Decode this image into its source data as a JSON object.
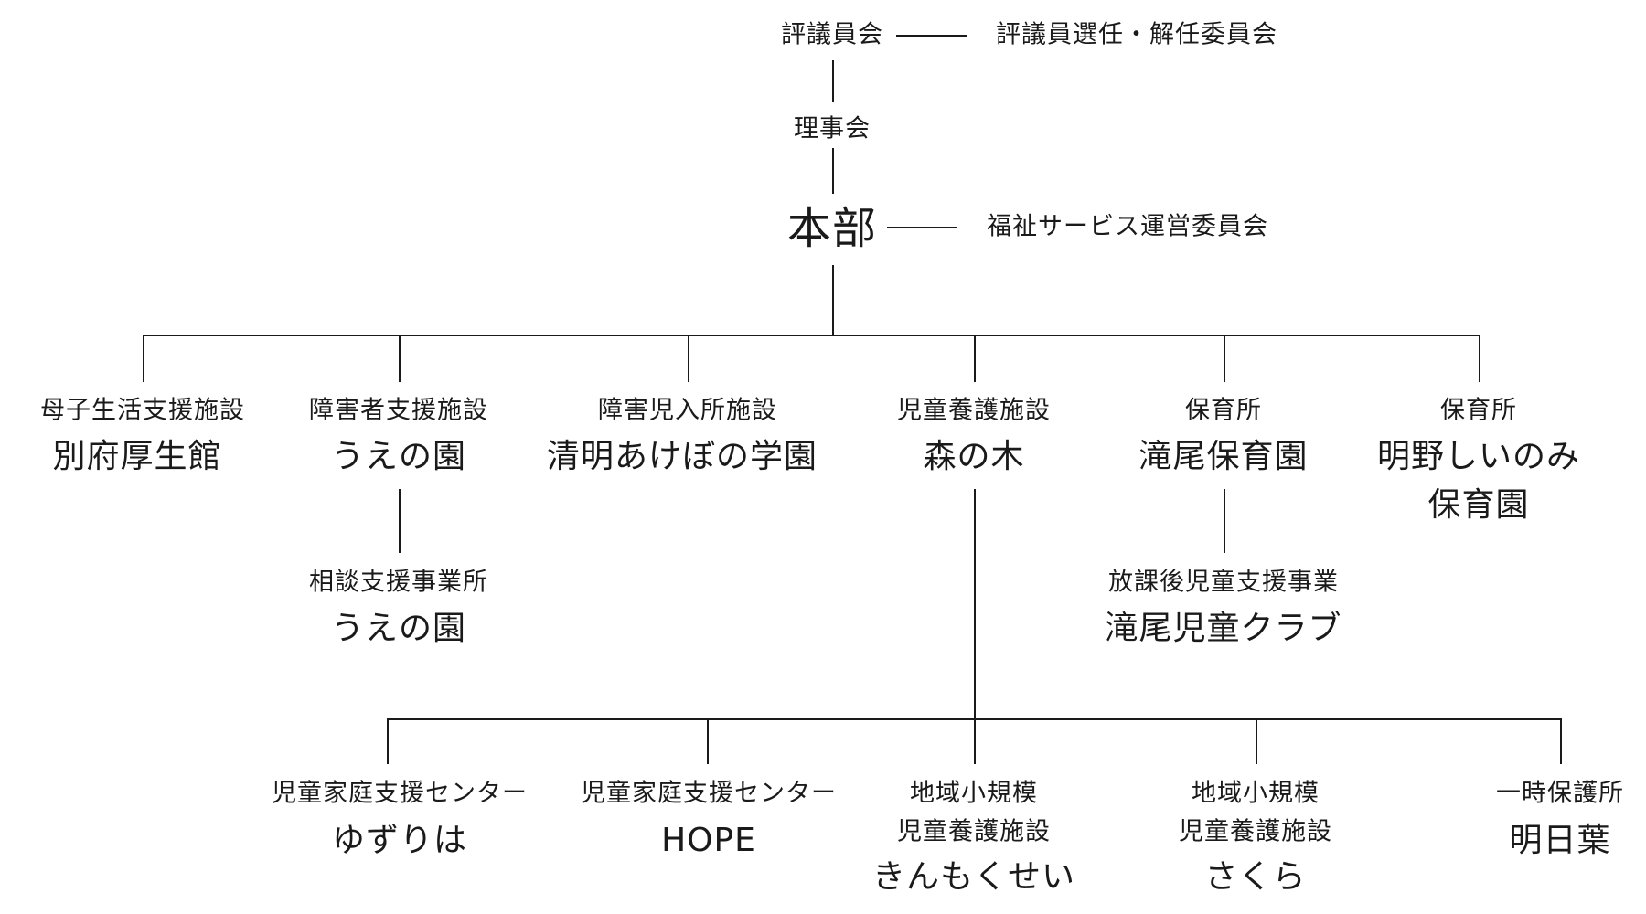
{
  "governance": {
    "councillors": "評議員会",
    "councillor_committee": "評議員選任・解任委員会",
    "board": "理事会",
    "headquarters": "本部",
    "welfare_committee": "福祉サービス運営委員会"
  },
  "facilities": [
    {
      "type": "母子生活支援施設",
      "name": "別府厚生館",
      "name2": ""
    },
    {
      "type": "障害者支援施設",
      "name": "うえの園",
      "name2": ""
    },
    {
      "type": "障害児入所施設",
      "name": "清明あけぼの学園",
      "name2": ""
    },
    {
      "type": "児童養護施設",
      "name": "森の木",
      "name2": ""
    },
    {
      "type": "保育所",
      "name": "滝尾保育園",
      "name2": ""
    },
    {
      "type": "保育所",
      "name": "明野しいのみ",
      "name2": "保育園"
    }
  ],
  "sub_units": {
    "consultation": {
      "type": "相談支援事業所",
      "name": "うえの園"
    },
    "afterschool": {
      "type": "放課後児童支援事業",
      "name": "滝尾児童クラブ"
    }
  },
  "morinoki_units": [
    {
      "type": "児童家庭支援センター",
      "type2": "",
      "name": "ゆずりは"
    },
    {
      "type": "児童家庭支援センター",
      "type2": "",
      "name": "HOPE"
    },
    {
      "type": "地域小規模",
      "type2": "児童養護施設",
      "name": "きんもくせい"
    },
    {
      "type": "地域小規模",
      "type2": "児童養護施設",
      "name": "さくら"
    },
    {
      "type": "一時保護所",
      "type2": "",
      "name": "明日葉"
    }
  ]
}
